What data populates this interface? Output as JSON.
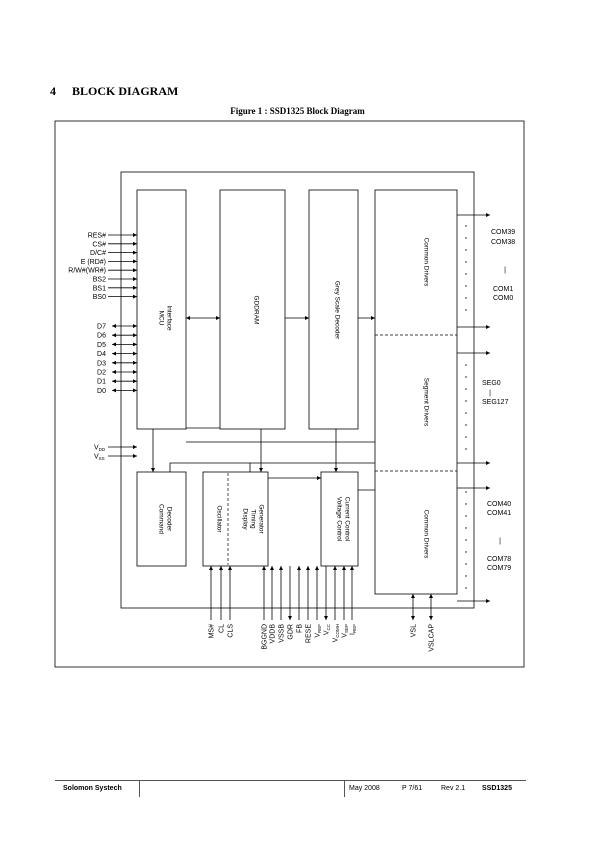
{
  "heading": {
    "number": "4",
    "title": "BLOCK DIAGRAM"
  },
  "figure_caption": "Figure 1 : SSD1325 Block Diagram",
  "blocks": {
    "mcu": [
      "MCU",
      "Interface"
    ],
    "gddram": [
      "GDDRAM"
    ],
    "grey": [
      "Grey Scale Decoder"
    ],
    "common_top": [
      "Common Drivers"
    ],
    "segment": [
      "Segment Drivers"
    ],
    "common_bottom": [
      "Common Drivers"
    ],
    "command": [
      "Command",
      "Decoder"
    ],
    "oscillator": [
      "Oscillator"
    ],
    "timing": [
      "Display",
      "Timing",
      "Generator"
    ],
    "voltage": [
      "Voltage Control",
      "Current Control"
    ]
  },
  "left_inputs": [
    "RES#",
    "CS#",
    "D/C#",
    "E (RD#)",
    "R/W#(WR#)",
    "BS2",
    "BS1",
    "BS0"
  ],
  "data_pins": [
    "D7",
    "D6",
    "D5",
    "D4",
    "D3",
    "D2",
    "D1",
    "D0"
  ],
  "power_pins": [
    {
      "main": "V",
      "sub": "DD"
    },
    {
      "main": "V",
      "sub": "SS"
    }
  ],
  "right_labels": {
    "com_top_a": "COM39",
    "com_top_b": "COM38",
    "com_top_c": "COM1",
    "com_top_d": "COM0",
    "seg_a": "SEG0",
    "seg_b": "SEG127",
    "com_bot_a": "COM40",
    "com_bot_b": "COM41",
    "com_bot_c": "COM78",
    "com_bot_d": "COM79",
    "sep": "|"
  },
  "bottom_pins": [
    {
      "main": "MS#",
      "sub": ""
    },
    {
      "main": "CL",
      "sub": ""
    },
    {
      "main": "CLS",
      "sub": ""
    },
    {
      "main": "BGGND",
      "sub": ""
    },
    {
      "main": "VDDB",
      "sub": ""
    },
    {
      "main": "VSSB",
      "sub": ""
    },
    {
      "main": "GDR",
      "sub": ""
    },
    {
      "main": "FB",
      "sub": ""
    },
    {
      "main": "RESE",
      "sub": ""
    },
    {
      "main": "V",
      "sub": "REF"
    },
    {
      "main": "V",
      "sub": "CC"
    },
    {
      "main": "V",
      "sub": "COMH"
    },
    {
      "main": "V",
      "sub": "SEP"
    },
    {
      "main": "I",
      "sub": "REF"
    },
    {
      "main": "VSL",
      "sub": ""
    },
    {
      "main": "VSLCAP",
      "sub": ""
    }
  ],
  "footer": {
    "company": "Solomon Systech",
    "date": "May 2008",
    "page": "P 7/61",
    "rev": "Rev 2.1",
    "part": "SSD1325"
  }
}
